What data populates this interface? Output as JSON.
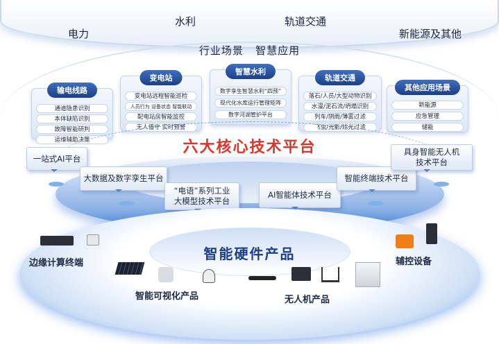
{
  "industries": [
    "电力",
    "水利",
    "轨道交通",
    "新能源及其他"
  ],
  "subtitle": "行业场景   智慧应用",
  "cards": [
    {
      "title": "输电线路",
      "items": [
        "通道隐患识别",
        "本体缺陷识别",
        "故障智能研判",
        "运维辅助决策"
      ]
    },
    {
      "title": "变电站",
      "items": [
        "变电站远程智能巡检",
        "人员行为 设备状态 智能联动",
        "配电站房智能监控",
        "无人值守 实时预警"
      ]
    },
    {
      "title": "智慧水利",
      "items": [
        "数字孪生智慧水利“四预”",
        "现代化水库运行管理矩阵",
        "数字河湖管护平台"
      ]
    },
    {
      "title": "轨道交通",
      "items": [
        "落石/人员/大型动物识别",
        "水漫/泥石流/坍塌识别",
        "列车/阴雨/薄雾过滤",
        "飞虫/光影/炫光过滤"
      ]
    },
    {
      "title": "其他应用场景",
      "items": [
        "新能源",
        "应急管理",
        "储能"
      ]
    }
  ],
  "core_title": "六大核心技术平台",
  "platforms": [
    "一站式AI平台",
    "大数据及数字孪生平台",
    "“电语”系列工业大模型技术平台",
    "AI智能体技术平台",
    "智能终端技术平台",
    "具身智能无人机技术平台"
  ],
  "hardware_title": "智能硬件产品",
  "hardware": [
    "边缘计算终端",
    "智能可视化产品",
    "无人机产品",
    "辅控设备"
  ]
}
